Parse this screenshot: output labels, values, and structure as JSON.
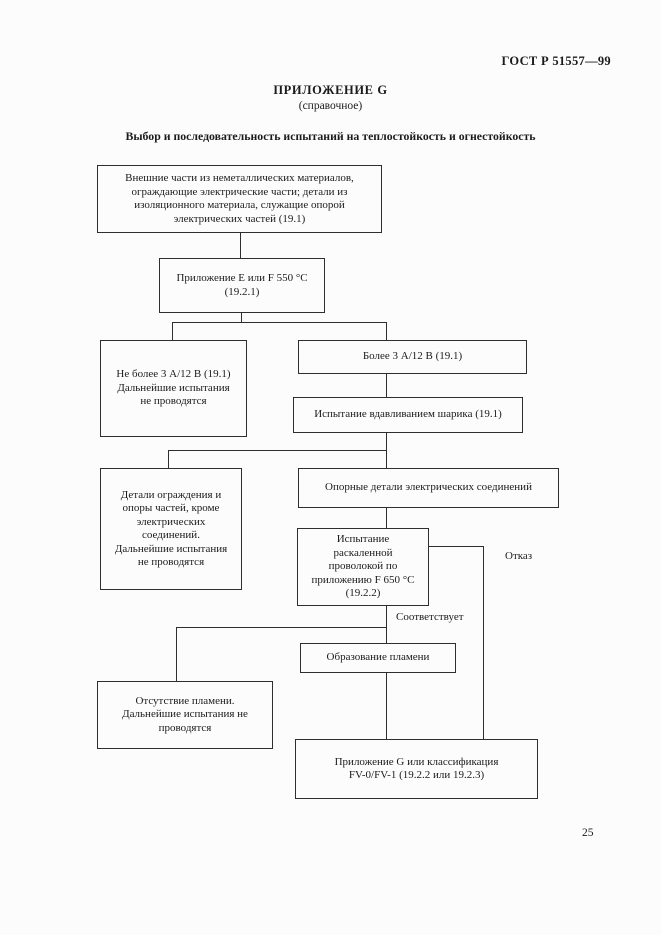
{
  "header": {
    "standard": "ГОСТ Р 51557—99"
  },
  "appendix": {
    "title": "ПРИЛОЖЕНИЕ G",
    "note": "(справочное)"
  },
  "title": "Выбор и последовательность испытаний на теплостойкость и огнестойкость",
  "flowchart": {
    "boxes": [
      {
        "id": "source-parts",
        "label": "Внешние части из неметаллических материалов,\nограждающие электрические части; детали из\nизоляционного материала, служащие опорой\nэлектрических частей (19.1)"
      },
      {
        "id": "annex-ef-550",
        "label": "Приложение Е или F 550 °С\n(19.2.1)"
      },
      {
        "id": "not-more-3a",
        "label": "Не более 3 А/12 В (19.1)\nДальнейшие испытания\nне проводятся"
      },
      {
        "id": "more-3a",
        "label": "Более 3 А/12 В (19.1)"
      },
      {
        "id": "ball-pressure",
        "label": "Испытание вдавливанием шарика (19.1)"
      },
      {
        "id": "guard-details",
        "label": "Детали ограждения и\nопоры частей, кроме\nэлектрических\nсоединений.\nДальнейшие испытания\nне проводятся"
      },
      {
        "id": "support-details",
        "label": "Опорные детали электрических соединений"
      },
      {
        "id": "glow-wire",
        "label": "Испытание\nраскаленной\nпроволокой по\nприложению F 650 °С\n(19.2.2)"
      },
      {
        "id": "flame-formation",
        "label": "Образование пламени"
      },
      {
        "id": "no-flame",
        "label": "Отсутствие пламени.\nДальнейшие испытания не\nпроводятся"
      },
      {
        "id": "annex-g-classification",
        "label": "Приложение G или классификация\nFV-0/FV-1 (19.2.2 или 19.2.3)"
      }
    ],
    "edge_labels": {
      "fail": "Отказ",
      "conforms": "Соответствует"
    }
  },
  "footer": {
    "page_number": "25"
  },
  "colors": {
    "page_bg": "#fcfcfc",
    "line": "#2e2e2e",
    "text": "#1b1b1b"
  }
}
